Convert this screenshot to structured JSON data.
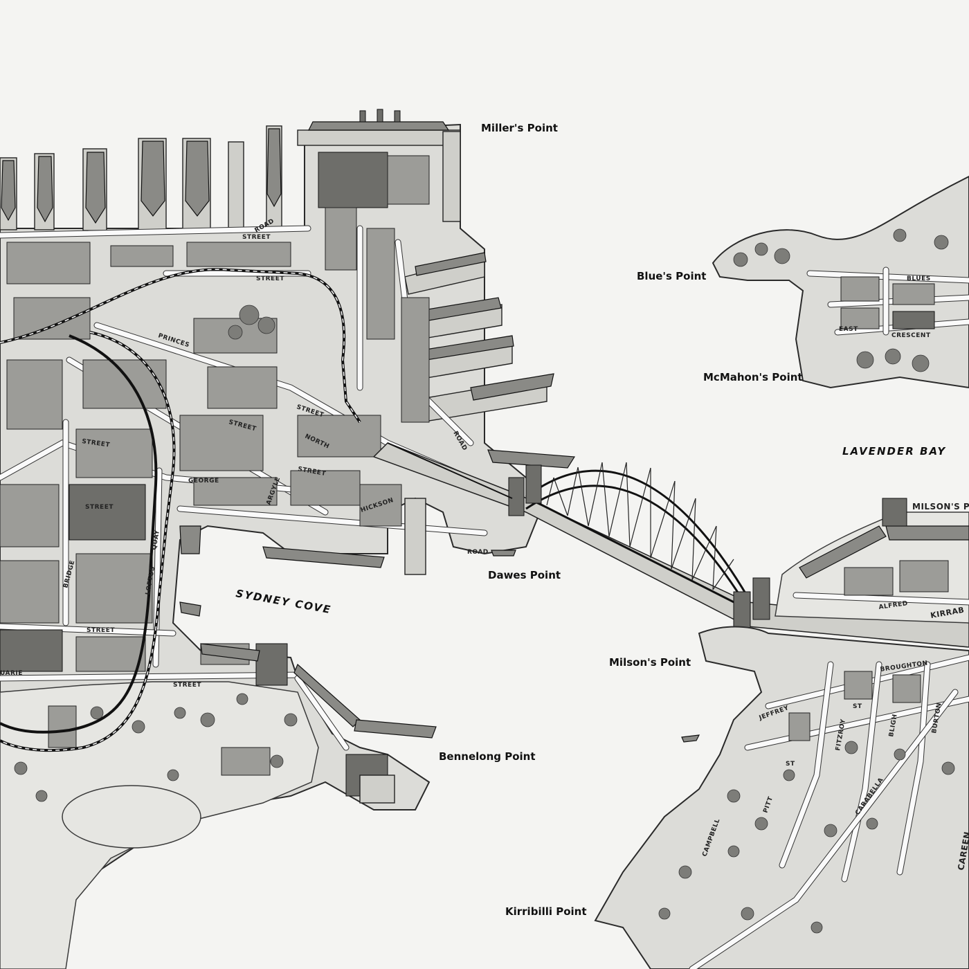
{
  "map": {
    "places": [
      {
        "key": "millers_point",
        "text": "Miller's Point"
      },
      {
        "key": "blues_point",
        "text": "Blue's Point"
      },
      {
        "key": "mcmahons_point",
        "text": "McMahon's Point"
      },
      {
        "key": "lavender_bay",
        "text": "LAVENDER BAY"
      },
      {
        "key": "milsons_point_north",
        "text": "MILSON'S PO"
      },
      {
        "key": "dawes_point",
        "text": "Dawes Point"
      },
      {
        "key": "sydney_cove",
        "text": "SYDNEY COVE"
      },
      {
        "key": "milsons_point",
        "text": "Milson's Point"
      },
      {
        "key": "bennelong_point",
        "text": "Bennelong Point"
      },
      {
        "key": "kirribilli_point",
        "text": "Kirribilli Point"
      },
      {
        "key": "careening",
        "text": "CAREEN"
      }
    ],
    "streets": {
      "princes": "PRINCES",
      "street_1": "STREET",
      "street_2": "STREET",
      "street_3": "STREET",
      "street_4": "STREET",
      "street_5": "STREET",
      "street_6": "STREET",
      "street_7": "STREET",
      "street_8": "STREET",
      "street_9": "STREET",
      "road_1": "ROAD",
      "road_2": "ROAD",
      "road_3": "ROAD",
      "george": "GEORGE",
      "north": "NORTH",
      "argyle": "ARGYLE",
      "hickson": "HICKSON",
      "bridge": "BRIDGE",
      "loftus": "LOFTUS",
      "quay": "QUAY",
      "macquarie": "UARIE",
      "blues": "BLUES",
      "east": "EAST",
      "crescent": "CRESCENT",
      "alfred": "ALFRED",
      "kirribilli": "KIRRAB",
      "broughton": "BROUGHTON",
      "jeffrey": "JEFFREY",
      "st_1": "ST",
      "st_2": "ST",
      "campbell": "CAMPBELL",
      "pitt": "PITT",
      "fitzroy": "FITZROY",
      "bligh": "BLIGH",
      "burton": "BURTON",
      "carabella": "CARABELLA"
    }
  }
}
